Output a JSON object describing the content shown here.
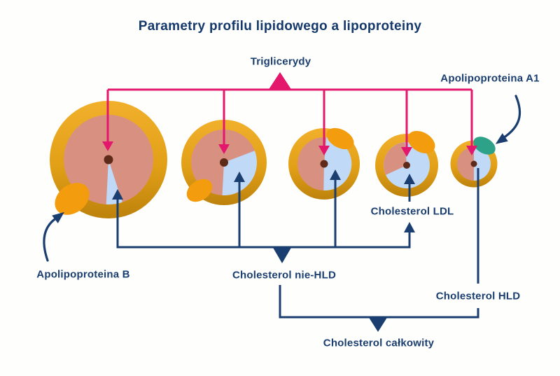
{
  "title": "Parametry profilu lipidowego a lipoproteiny",
  "labels": {
    "triglycerides": "Triglicerydy",
    "apolipoprotein_a1": "Apolipoproteina A1",
    "apolipoprotein_b": "Apolipoproteina B",
    "cholesterol_ldl": "Cholesterol LDL",
    "cholesterol_non_hdl": "Cholesterol nie-HLD",
    "cholesterol_hdl": "Cholesterol HLD",
    "cholesterol_total": "Cholesterol całkowity"
  },
  "particle_count": "5",
  "colors": {
    "background": "#FEFEFC",
    "navy": "#1B3E70",
    "pink": "#E3186C",
    "ring_gold_light": "#F1B02C",
    "ring_gold_mid": "#E2A017",
    "ring_gold_dark": "#BD820C",
    "triglyceride_fill": "#D89181",
    "cholesterol_fill": "#BFD9F6",
    "apolipoprotein_b_blob": "#F29C0E",
    "apolipoprotein_a1_blob": "#2EA288",
    "core_dot": "#5E2B1A"
  }
}
